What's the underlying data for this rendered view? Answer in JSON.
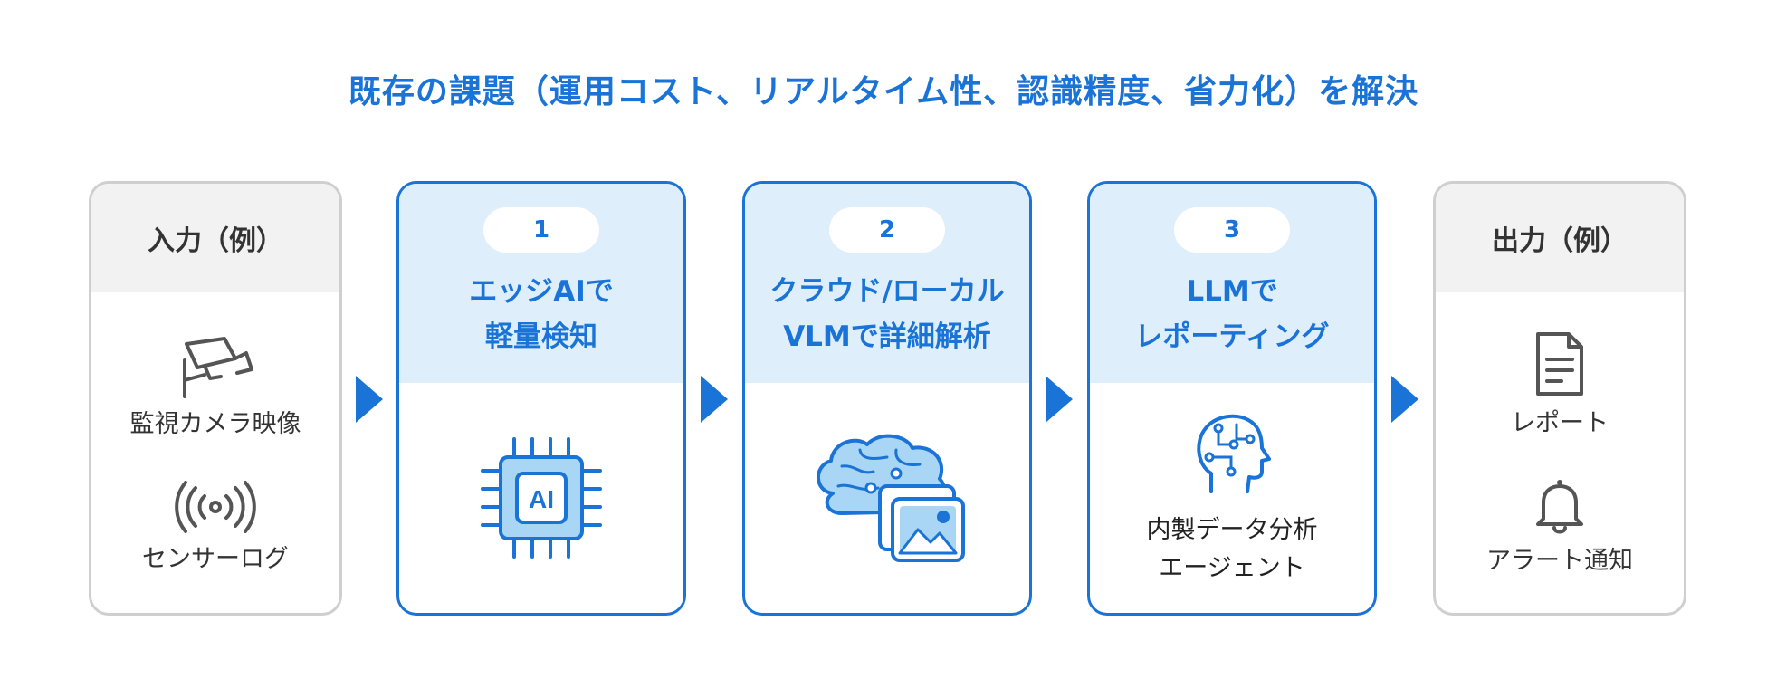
{
  "title": "既存の課題（運用コスト、リアルタイム性、認識精度、省力化）を解決",
  "input": {
    "title": "入力（例）",
    "items": [
      {
        "label": "監視カメラ映像",
        "icon": "cctv-camera-icon"
      },
      {
        "label": "センサーログ",
        "icon": "sensor-signal-icon"
      }
    ]
  },
  "steps": [
    {
      "number": "1",
      "title_line1": "エッジAIで",
      "title_line2": "軽量検知",
      "icon": "ai-chip-icon",
      "chip_label": "AI"
    },
    {
      "number": "2",
      "title_line1": "クラウド/ローカル",
      "title_line2": "VLMで詳細解析",
      "icon": "brain-image-icon"
    },
    {
      "number": "3",
      "title_line1": "LLMで",
      "title_line2": "レポーティング",
      "icon": "ai-head-icon",
      "desc_line1": "内製データ分析",
      "desc_line2": "エージェント"
    }
  ],
  "output": {
    "title": "出力（例）",
    "items": [
      {
        "label": "レポート",
        "icon": "document-icon"
      },
      {
        "label": "アラート通知",
        "icon": "bell-icon"
      }
    ]
  },
  "colors": {
    "accent": "#1a73d6",
    "light_blue": "#dfeefb",
    "gray_border": "#cfcfcf",
    "gray_header": "#f2f2f2"
  }
}
